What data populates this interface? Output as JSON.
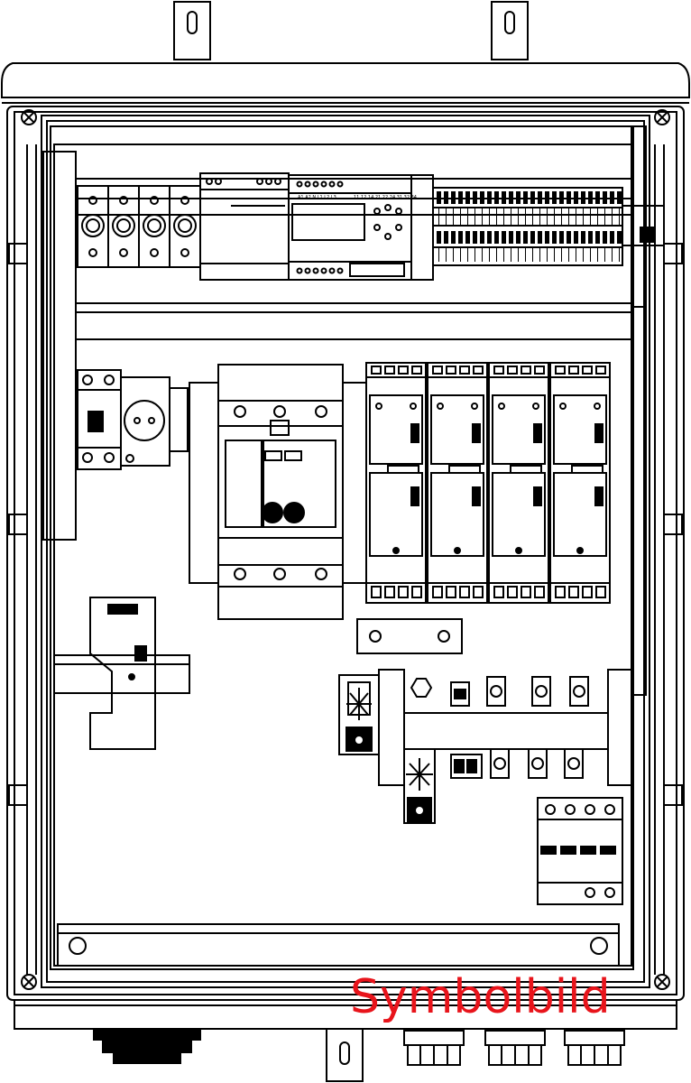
{
  "watermark_text": "Symbolbild",
  "terminal_labels_top": "A1  A2  N  L1  L2  L3",
  "terminal_labels_right": "11  12  14  21  22  24  31  32  34",
  "colors": {
    "line": "#000000",
    "background": "#ffffff",
    "watermark": "#e8141b"
  }
}
